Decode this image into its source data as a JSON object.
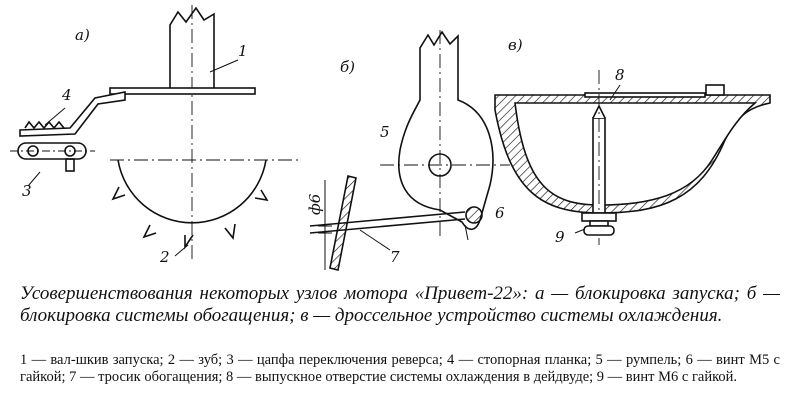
{
  "figure": {
    "panel_labels": [
      "а)",
      "б)",
      "в)"
    ],
    "callouts": [
      "1",
      "2",
      "3",
      "4",
      "5",
      "6",
      "7",
      "8",
      "9"
    ],
    "dimension": "ф6"
  },
  "caption": "Усовершенствования некоторых узлов мотора «Привет-22»: а — блокировка запуска; б — блокировка системы обогащения; в — дроссельное устройство системы охлаждения.",
  "legend": "1 — вал-шкив запуска; 2 — зуб; 3 — цапфа переключения реверса; 4 — стопорная планка; 5 — румпель; 6 — винт М5 с гайкой; 7 — тросик обогащения; 8 — выпускное отверстие системы охлаждения в дейдвуде; 9 — винт М6 с гайкой."
}
